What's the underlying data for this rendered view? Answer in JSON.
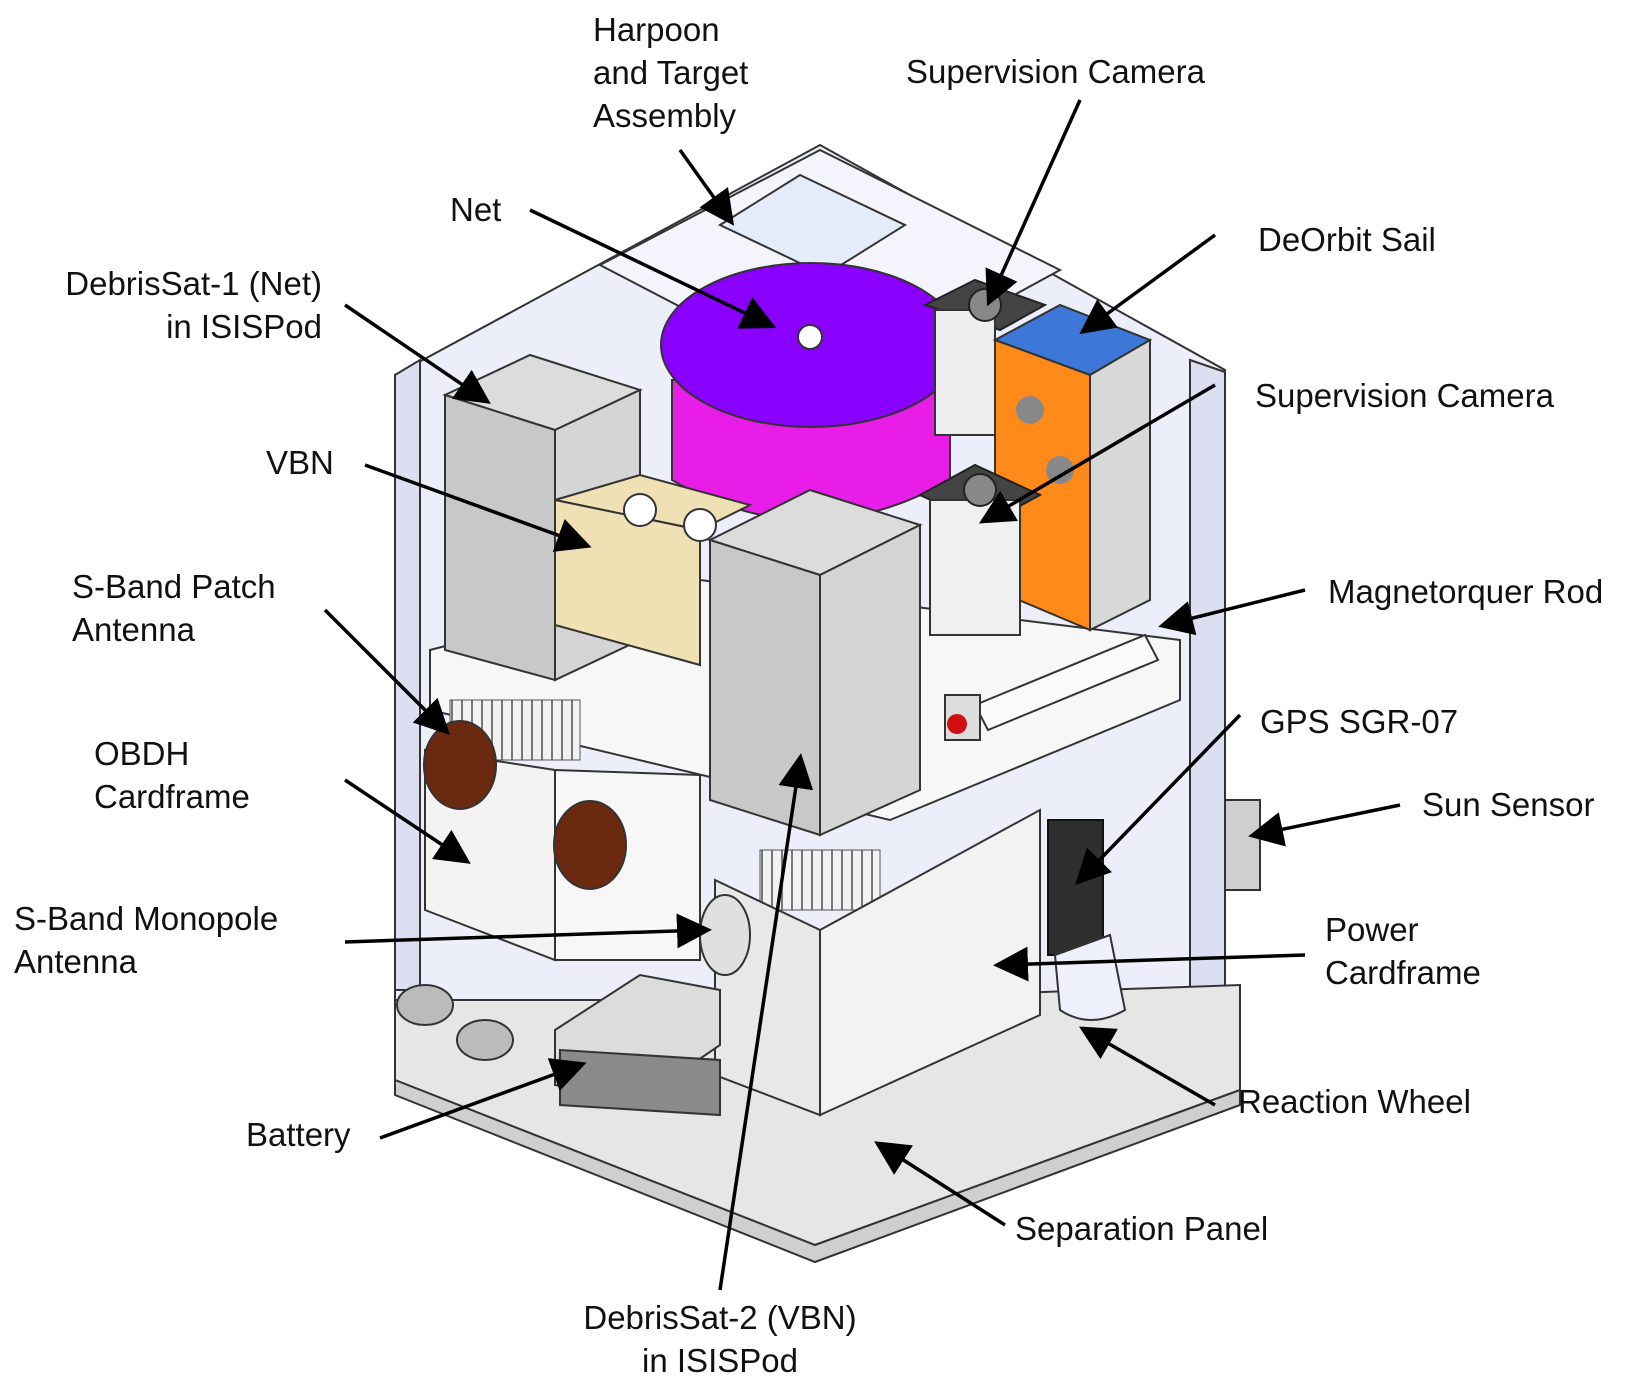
{
  "labels": {
    "harpoon": "Harpoon\nand Target\nAssembly",
    "supervision_camera_top": "Supervision Camera",
    "net": "Net",
    "deorbit_sail": "DeOrbit Sail",
    "debrissat1": "DebrisSat-1 (Net)\nin ISISPod",
    "supervision_camera_mid": "Supervision Camera",
    "vbn": "VBN",
    "magnetorquer": "Magnetorquer Rod",
    "sband_patch": "S-Band Patch\nAntenna",
    "gps": "GPS SGR-07",
    "obdh": "OBDH\nCardframe",
    "sun_sensor": "Sun Sensor",
    "power": "Power\nCardframe",
    "sband_monopole": "S-Band Monopole\nAntenna",
    "reaction_wheel": "Reaction Wheel",
    "battery": "Battery",
    "separation_panel": "Separation Panel",
    "debrissat2": "DebrisSat-2 (VBN)\nin ISISPod"
  },
  "colors": {
    "net_top": "#8a00ff",
    "net_side": "#e81ee8",
    "deorbit_top": "#3d78d8",
    "deorbit_side": "#ff8a1a",
    "vbn": "#efe1b4",
    "patch": "#6b2a10",
    "panel": "#e9ebf8",
    "metal": "#cfd2d6",
    "dark": "#2e2e2e"
  }
}
